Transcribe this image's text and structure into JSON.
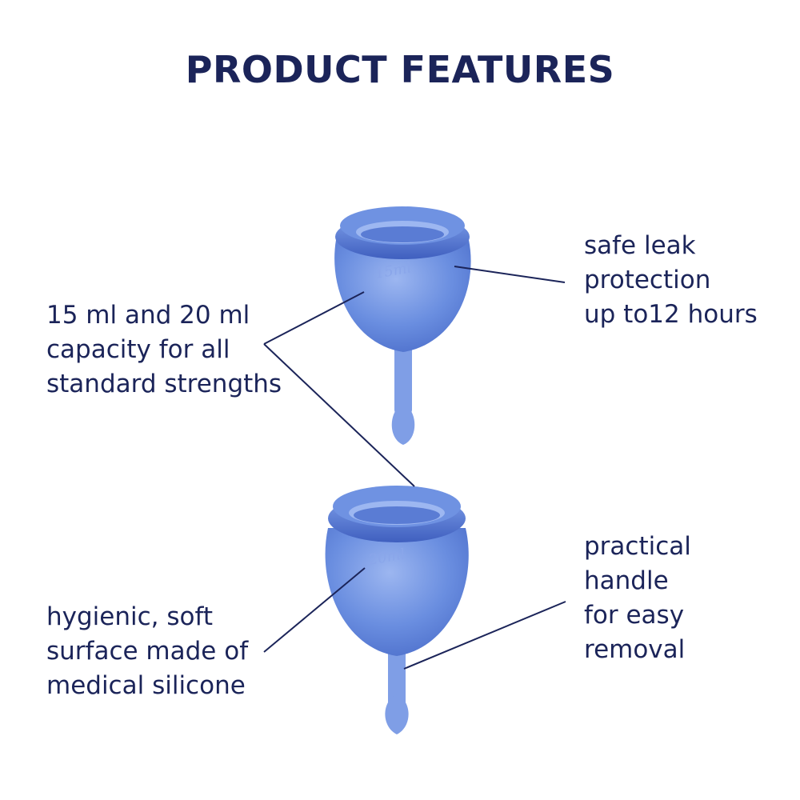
{
  "title": "PRODUCT FEATURES",
  "colors": {
    "text": "#1b2459",
    "cup_main": "#6a8ee0",
    "cup_dark": "#3f5fbf",
    "cup_light": "#9cb6f0",
    "line": "#1b2459"
  },
  "features": {
    "capacity": {
      "lines": [
        "15 ml and 20 ml",
        "capacity for all",
        "standard strengths"
      ]
    },
    "leak": {
      "lines": [
        "safe leak",
        "protection",
        "up to12 hours"
      ]
    },
    "hygienic": {
      "lines": [
        "hygienic, soft",
        "surface made of",
        "medical silicone"
      ]
    },
    "handle": {
      "lines": [
        "practical",
        "handle",
        "for easy",
        "removal"
      ]
    }
  }
}
